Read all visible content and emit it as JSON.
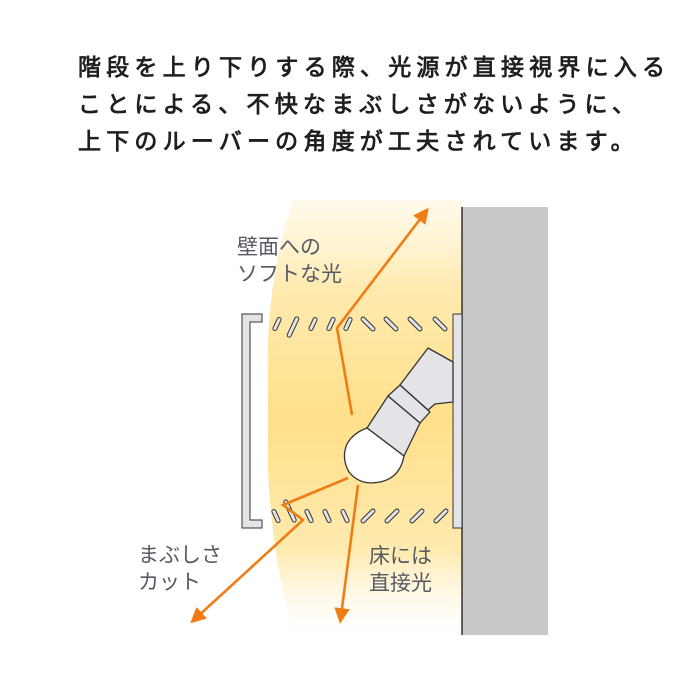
{
  "headline": {
    "lines": [
      "階段を上り下りする際、光源が直接視界に入る",
      "ことによる、不快なまぶしさがないように、",
      "上下のルーバーの角度が工夫されています。"
    ]
  },
  "labels": {
    "wall_light": {
      "line1": "壁面への",
      "line2": "ソフトな光"
    },
    "glare_cut": {
      "line1": "まぶしさ",
      "line2": "カット"
    },
    "floor_light": {
      "line1": "床には",
      "line2": "直接光"
    }
  },
  "colors": {
    "arrow": "#ef7d13",
    "wall": "#c8c8c8",
    "fixture": "#e4e4e8",
    "glow": "#ffe08a",
    "text": "#555a62"
  },
  "icons": {
    "bulb": "light-bulb-icon",
    "fixture": "bracket-light-fixture-icon"
  }
}
